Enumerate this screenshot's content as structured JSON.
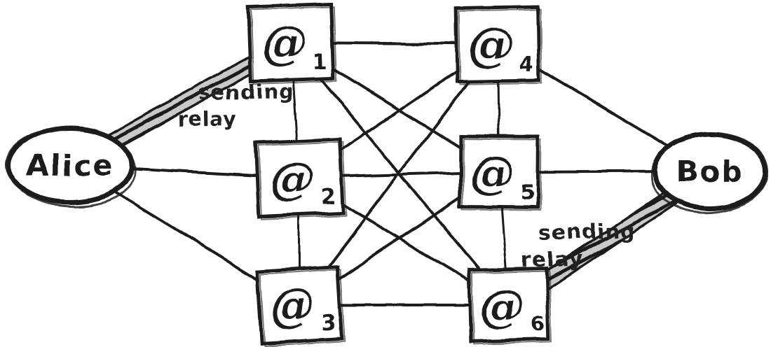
{
  "diagram": {
    "type": "hand-drawn-network-diagram",
    "ink_color": "#1e1e1e",
    "paper_color": "#ffffff",
    "endpoints": {
      "alice": {
        "id": "alice",
        "label": "Alice"
      },
      "bob": {
        "id": "bob",
        "label": "Bob"
      }
    },
    "relays": [
      {
        "id": "r1",
        "symbol": "@",
        "subscript": "1"
      },
      {
        "id": "r2",
        "symbol": "@",
        "subscript": "2"
      },
      {
        "id": "r3",
        "symbol": "@",
        "subscript": "3"
      },
      {
        "id": "r4",
        "symbol": "@",
        "subscript": "4"
      },
      {
        "id": "r5",
        "symbol": "@",
        "subscript": "5"
      },
      {
        "id": "r6",
        "symbol": "@",
        "subscript": "6"
      }
    ],
    "annotations": [
      {
        "id": "left-note",
        "line1": "sending",
        "line2": "relay",
        "attached_edge": "alice-r1"
      },
      {
        "id": "right-note",
        "line1": "sending",
        "line2": "relay",
        "attached_edge": "r6-bob"
      }
    ],
    "edges": {
      "rope": [
        [
          "alice",
          "r1"
        ],
        [
          "r6",
          "bob"
        ]
      ],
      "thin": [
        [
          "alice",
          "r2"
        ],
        [
          "alice",
          "r3"
        ],
        [
          "bob",
          "r4"
        ],
        [
          "bob",
          "r5"
        ],
        [
          "r1",
          "r4"
        ],
        [
          "r1",
          "r5"
        ],
        [
          "r1",
          "r6"
        ],
        [
          "r2",
          "r4"
        ],
        [
          "r2",
          "r5"
        ],
        [
          "r2",
          "r6"
        ],
        [
          "r3",
          "r4"
        ],
        [
          "r3",
          "r5"
        ],
        [
          "r3",
          "r6"
        ]
      ],
      "vertical": [
        [
          "r1",
          "r2"
        ],
        [
          "r2",
          "r3"
        ],
        [
          "r4",
          "r5"
        ],
        [
          "r5",
          "r6"
        ]
      ]
    }
  }
}
